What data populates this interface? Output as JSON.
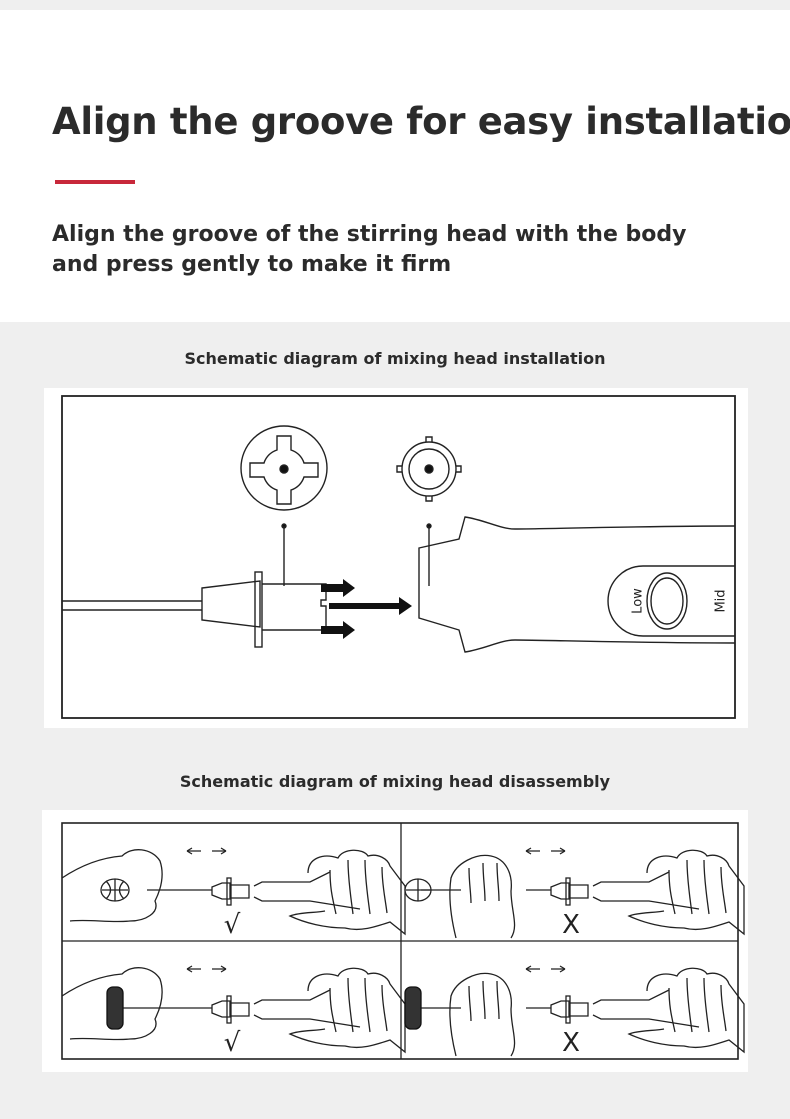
{
  "header": {
    "title": "Align the groove for easy installation",
    "subtitle_line1": "Align the groove of the stirring head with the body",
    "subtitle_line2": "and press gently to make it firm",
    "accent_color": "#c8283a"
  },
  "installation": {
    "caption": "Schematic diagram of mixing head installation",
    "speed_labels": [
      "Low",
      "Mid"
    ]
  },
  "disassembly": {
    "caption": "Schematic diagram of mixing head disassembly",
    "panels": [
      {
        "mark": "√"
      },
      {
        "mark": "X"
      },
      {
        "mark": "√"
      },
      {
        "mark": "X"
      }
    ]
  }
}
